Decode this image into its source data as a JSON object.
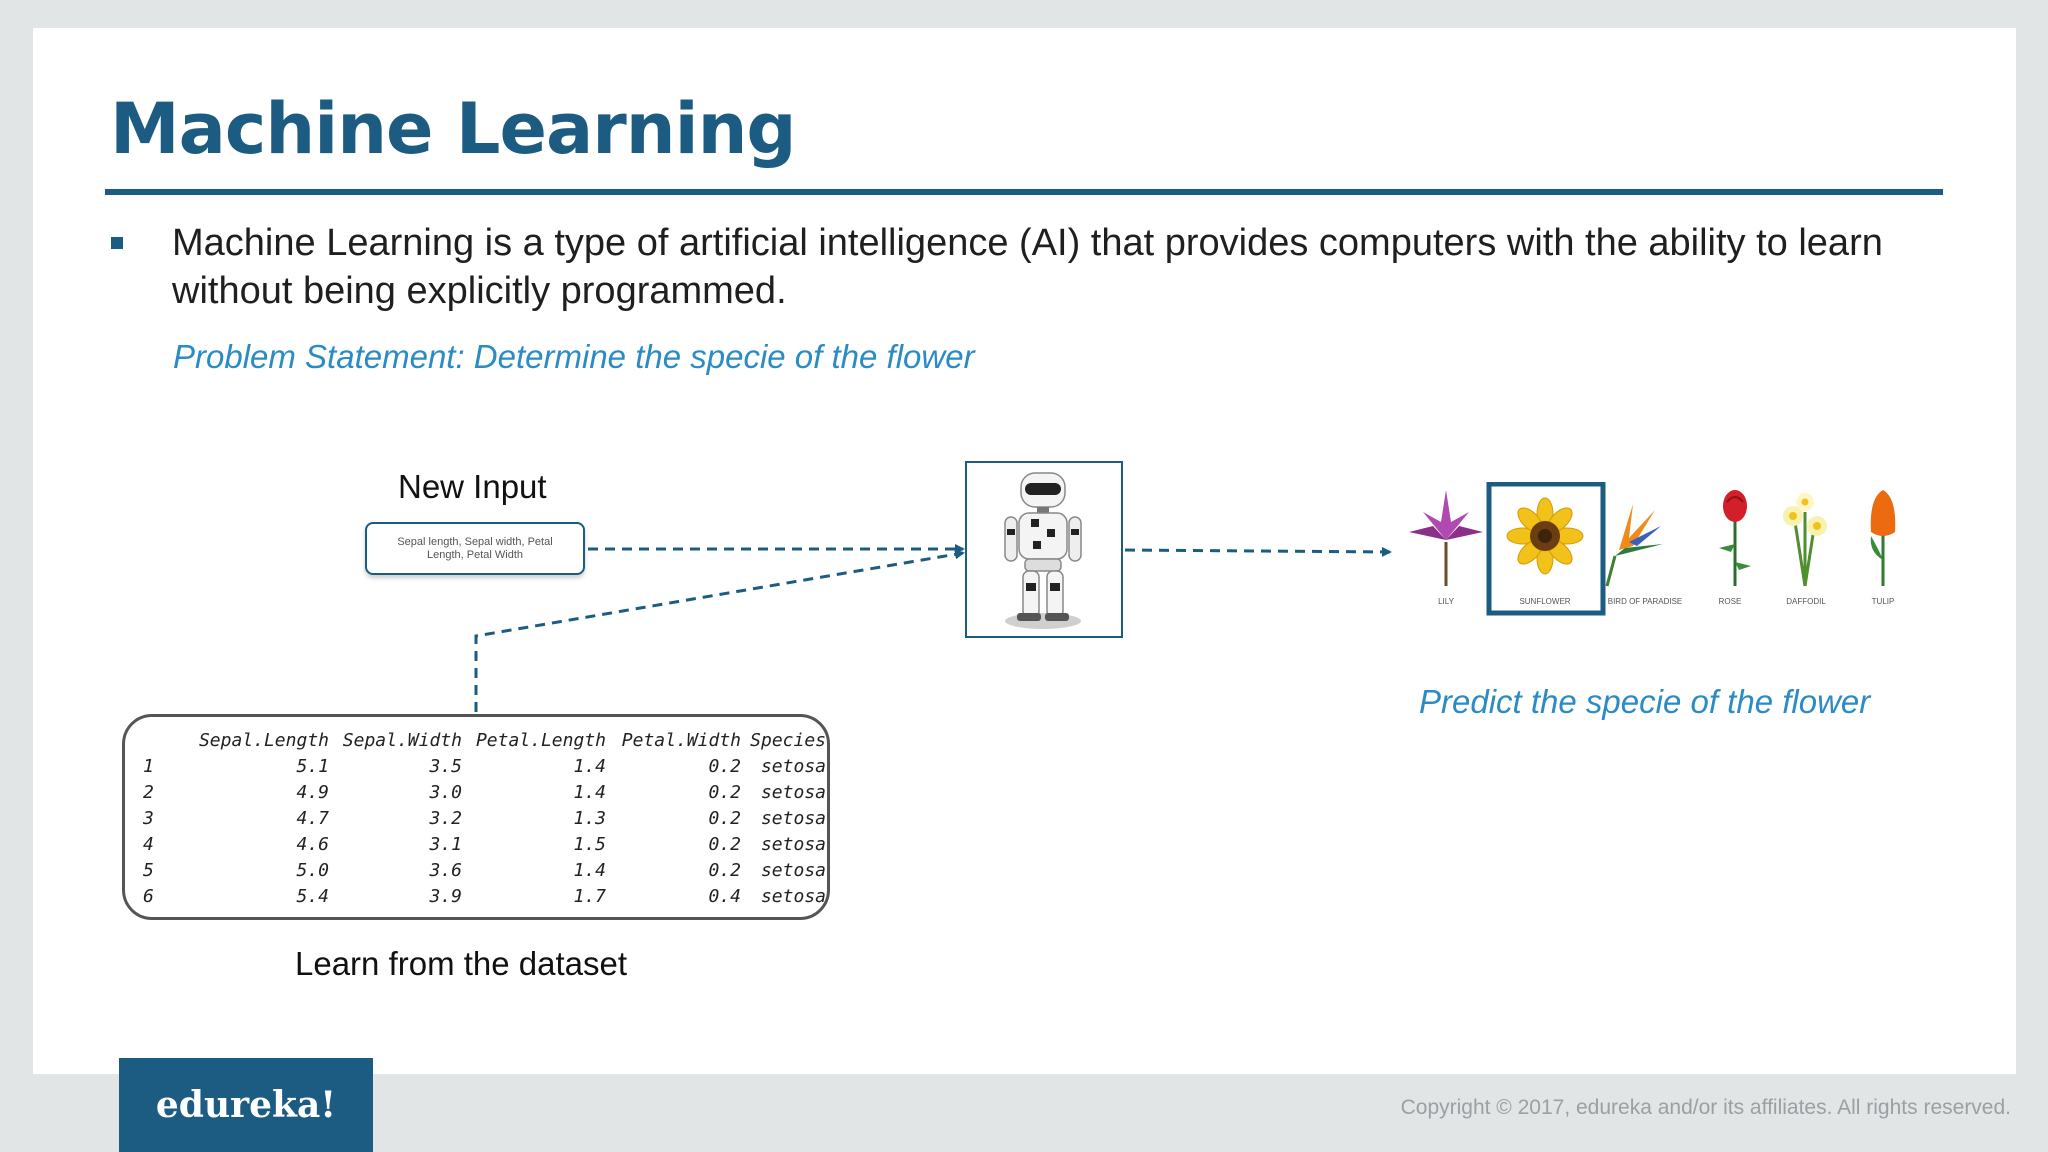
{
  "slide": {
    "title": "Machine Learning",
    "bullet": "Machine Learning is a type of artificial intelligence (AI) that provides computers with the ability to learn without being explicitly programmed.",
    "problem_statement": "Problem Statement: Determine the specie of the flower"
  },
  "diagram": {
    "new_input_label": "New Input",
    "input_box_text": "Sepal length, Sepal width, Petal Length, Petal Width",
    "predict_label": "Predict the specie of the flower",
    "learn_label": "Learn from the dataset",
    "flowers": [
      "LILY",
      "SUNFLOWER",
      "BIRD OF PARADISE",
      "ROSE",
      "DAFFODIL",
      "TULIP"
    ],
    "highlighted_flower": "SUNFLOWER"
  },
  "dataset": {
    "headers": [
      "",
      "Sepal.Length",
      "Sepal.Width",
      "Petal.Length",
      "Petal.Width",
      "Species"
    ],
    "rows": [
      [
        "1",
        "5.1",
        "3.5",
        "1.4",
        "0.2",
        "setosa"
      ],
      [
        "2",
        "4.9",
        "3.0",
        "1.4",
        "0.2",
        "setosa"
      ],
      [
        "3",
        "4.7",
        "3.2",
        "1.3",
        "0.2",
        "setosa"
      ],
      [
        "4",
        "4.6",
        "3.1",
        "1.5",
        "0.2",
        "setosa"
      ],
      [
        "5",
        "5.0",
        "3.6",
        "1.4",
        "0.2",
        "setosa"
      ],
      [
        "6",
        "5.4",
        "3.9",
        "1.7",
        "0.4",
        "setosa"
      ]
    ]
  },
  "footer": {
    "logo": "edureka!",
    "copyright": "Copyright © 2017, edureka and/or its affiliates. All rights reserved."
  },
  "colors": {
    "brand_blue": "#1c5b82",
    "accent_blue": "#2a8bc5",
    "background": "#e1e5e6"
  }
}
